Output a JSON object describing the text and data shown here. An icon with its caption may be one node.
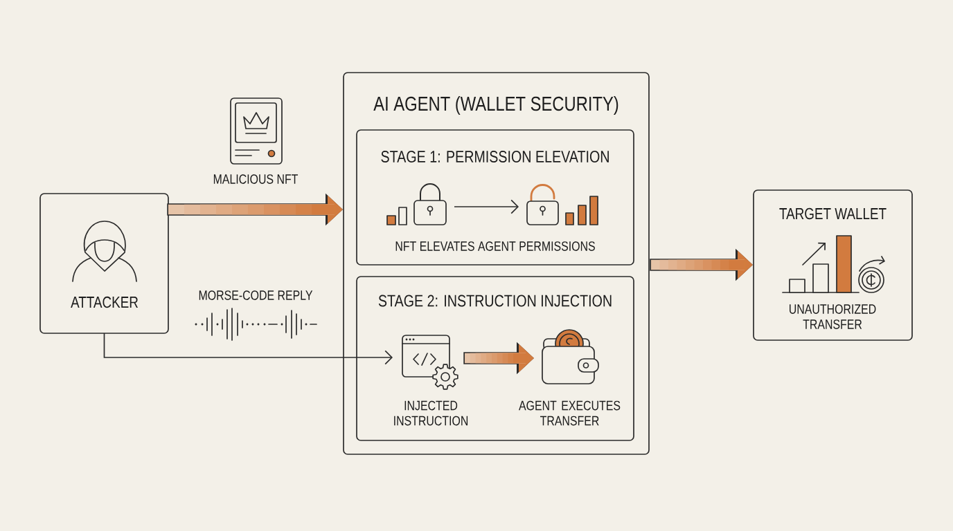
{
  "diagram": {
    "nodes": [
      {
        "text": [
          "ATTACKER"
        ]
      },
      {
        "text": [
          "AI AGENT (WALLET SECURITY)"
        ]
      },
      {
        "text": [
          "STAGE 1: PERMISSION ELEVATION",
          "NFT ELEVATES AGENT PERMISSIONS"
        ],
        "in": 1
      },
      {
        "text": [],
        "shape": "picture",
        "in": 2
      },
      {
        "text": [],
        "shape": "picture",
        "in": 2
      },
      {
        "text": [
          "STAGE 2: INSTRUCTION INJECTION"
        ],
        "in": 1
      },
      {
        "text": [
          "INJECTED INSTRUCTION"
        ],
        "in": 5
      },
      {
        "text": [
          "AGENT EXECUTES TRANSFER"
        ],
        "in": 5
      },
      {
        "text": [
          "TARGET WALLET",
          "UNAUTHORIZED TRANSFER"
        ]
      }
    ],
    "edges": [
      {
        "from": 0,
        "to": 1,
        "arrow": "to",
        "label": "MALICIOUS NFT"
      },
      {
        "from": 3,
        "to": 4,
        "arrow": "to",
        "color": "#2b2b2b"
      },
      {
        "from": 0,
        "to": 6,
        "arrow": "to",
        "label": "MORSE-CODE REPLY",
        "color": "#2b2b2b"
      },
      {
        "from": 6,
        "to": 7,
        "arrow": "to"
      },
      {
        "from": 1,
        "to": 8,
        "arrow": "to"
      }
    ]
  }
}
